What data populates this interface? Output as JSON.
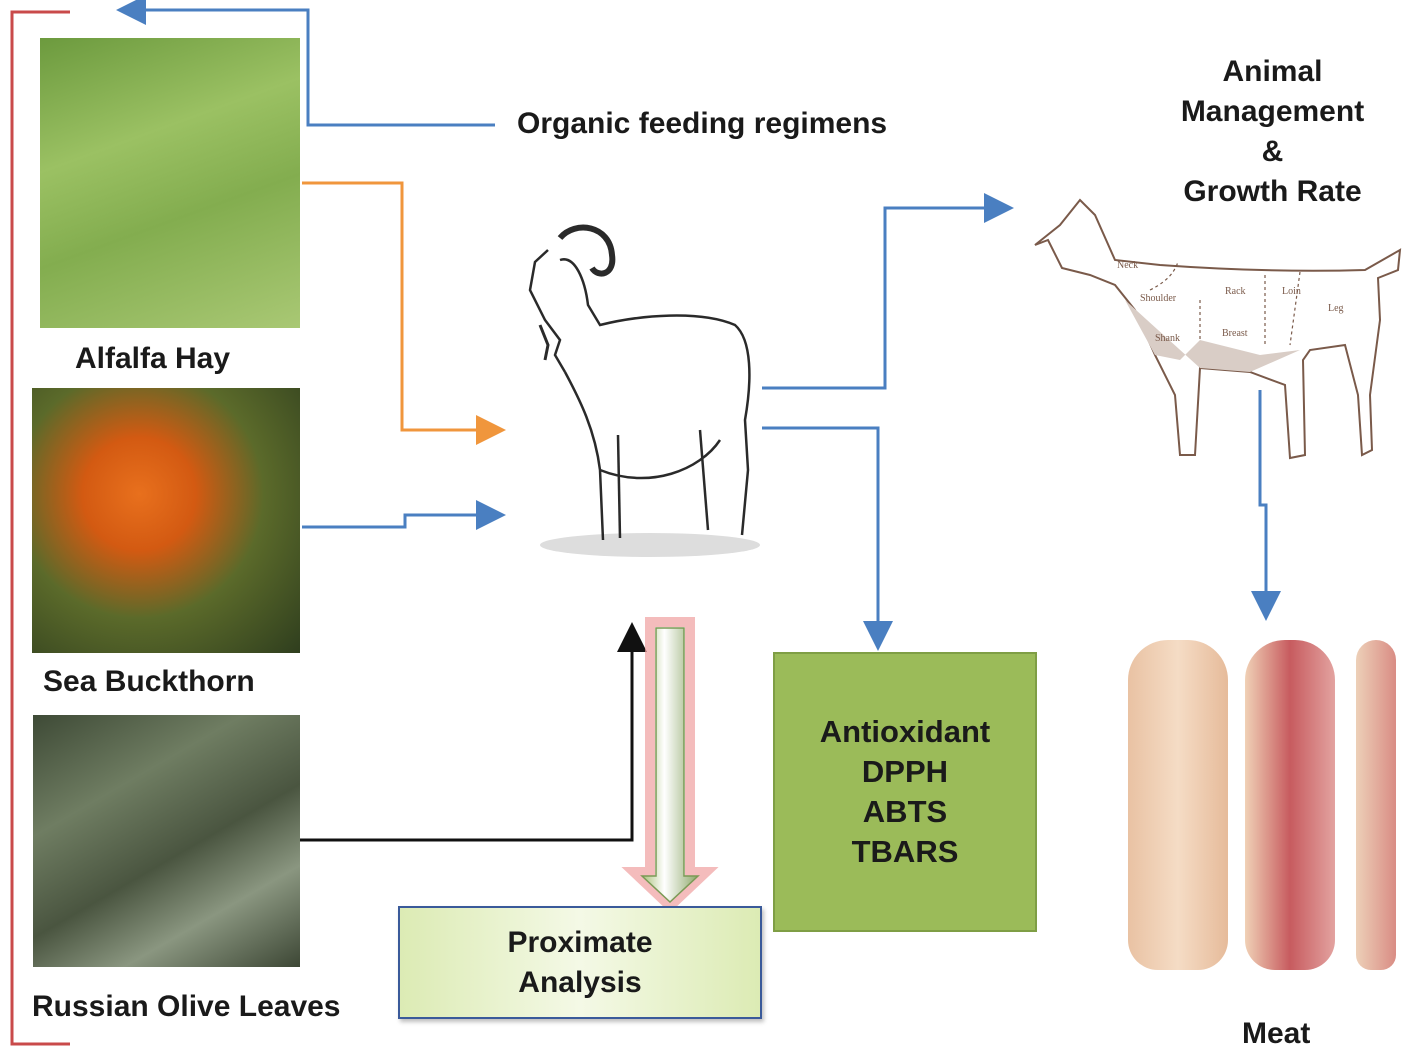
{
  "title_feeding": "Organic feeding regimens",
  "feeds": [
    {
      "label": "Alfalfa Hay"
    },
    {
      "label": "Sea Buckthorn"
    },
    {
      "label": "Russian Olive Leaves"
    }
  ],
  "management": {
    "lines": [
      "Animal",
      "Management",
      "&",
      "Growth Rate"
    ]
  },
  "cuts": [
    "Neck",
    "Shoulder",
    "Shank",
    "Rack",
    "Breast",
    "Loin",
    "Leg"
  ],
  "antioxidant": {
    "lines": [
      "Antioxidant",
      "DPPH",
      "ABTS",
      "TBARS"
    ]
  },
  "proximate": {
    "lines": [
      "Proximate",
      "Analysis"
    ]
  },
  "meat_label": "Meat",
  "colors": {
    "blue_arrow": "#4a7fc1",
    "orange_arrow": "#f0963c",
    "bracket": "#c94a4a",
    "antioxidant_fill": "#9bbb59",
    "proximate_fill": "#eaf3cf",
    "proximate_border": "#3a5a9a"
  }
}
